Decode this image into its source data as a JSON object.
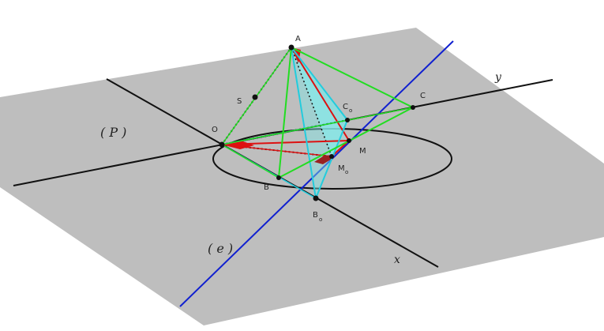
{
  "labels": {
    "A": "A",
    "S": "S",
    "O": "O",
    "C": "C",
    "C0": "C",
    "C0_sub": "o",
    "M": "M",
    "M0": "M",
    "M0_sub": "o",
    "B": "B",
    "B0": "B",
    "B0_sub": "o",
    "plane": "( P )",
    "line_e": "( e )",
    "axis_x": "x",
    "axis_y": "y"
  },
  "colors": {
    "plane": "#bebebe",
    "axes": "#111111",
    "line_e": "#1020d0",
    "green_edges": "#22dd22",
    "red_edges": "#dd1111",
    "cyan_edges": "#22ccdd",
    "cyan_fill": "#7fe6e6",
    "dark_red_fill": "#992222",
    "circle": "#111111",
    "points": "#111111"
  }
}
